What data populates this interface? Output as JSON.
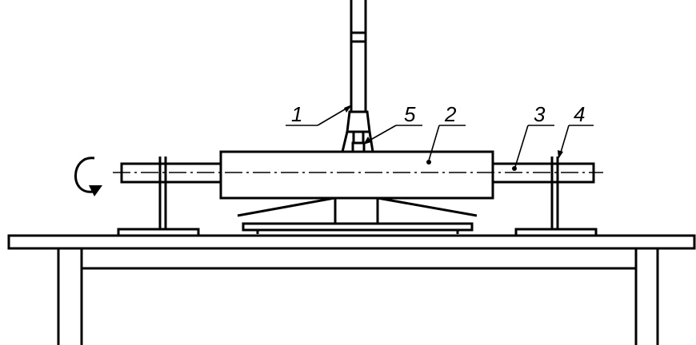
{
  "callouts": [
    {
      "id": "1",
      "text": "1"
    },
    {
      "id": "2",
      "text": "2"
    },
    {
      "id": "3",
      "text": "3"
    },
    {
      "id": "4",
      "text": "4"
    },
    {
      "id": "5",
      "text": "5"
    }
  ],
  "icons": {
    "rotation": "rotation-arrow-icon"
  }
}
